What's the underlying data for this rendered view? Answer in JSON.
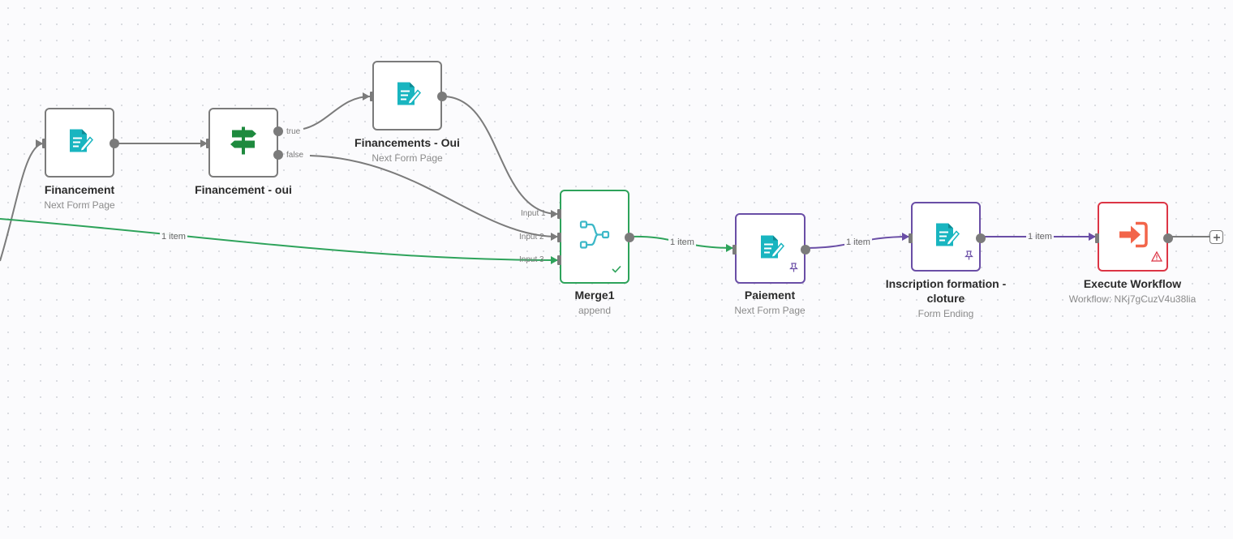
{
  "nodes": {
    "financement": {
      "title": "Financement",
      "subtitle": "Next Form Page",
      "icon": "form-icon"
    },
    "if_node": {
      "title": "Financement - oui",
      "icon": "signpost-icon",
      "true_label": "true",
      "false_label": "false"
    },
    "financements_oui": {
      "title": "Financements - Oui",
      "subtitle": "Next Form Page",
      "icon": "form-icon"
    },
    "merge": {
      "title": "Merge1",
      "subtitle": "append",
      "icon": "merge-icon",
      "input1": "Input 1",
      "input2": "Input 2",
      "input3": "Input 3"
    },
    "paiement": {
      "title": "Paiement",
      "subtitle": "Next Form Page",
      "icon": "form-icon",
      "pinned": true
    },
    "inscription": {
      "title_line1": "Inscription formation -",
      "title_line2": "cloture",
      "subtitle": "Form Ending",
      "icon": "form-icon",
      "pinned": true
    },
    "execute": {
      "title": "Execute Workflow",
      "subtitle": "Workflow: NKj7gCuzV4u38lia",
      "icon": "enter-icon",
      "warning": true
    }
  },
  "edges": {
    "left_to_merge": "1 item",
    "merge_to_paiement": "1 item",
    "paiement_to_inscription": "1 item",
    "inscription_to_execute": "1 item"
  },
  "colors": {
    "neutral": "#7b7b7b",
    "green": "#2ea35b",
    "purple": "#6a4ea6",
    "red": "#dc3545",
    "teal": "#19b5c0",
    "orange": "#f2654a",
    "signpost": "#1e8a3e"
  }
}
